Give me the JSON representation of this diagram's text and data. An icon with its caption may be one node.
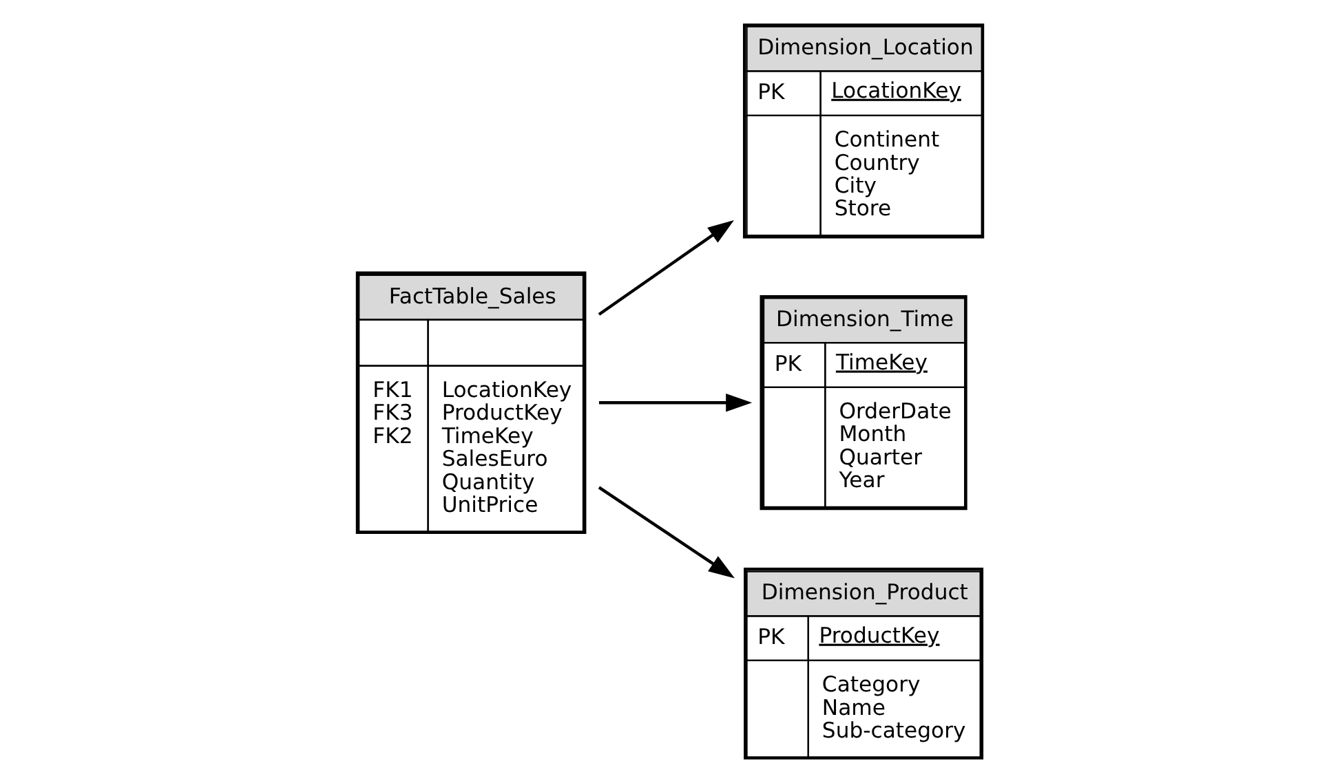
{
  "diagram": {
    "nodes": [
      {
        "text": [
          "Dimension_Location",
          "PK",
          "LocationKey",
          "Continent",
          "Country",
          "City",
          "Store"
        ]
      },
      {
        "text": [
          "Dimension_Time",
          "PK",
          "TimeKey",
          "OrderDate",
          "Month",
          "Quarter",
          "Year"
        ]
      },
      {
        "text": [
          "FactTable_Sales",
          "FK1",
          "FK3",
          "FK2",
          "LocationKey",
          "ProductKey",
          "TimeKey",
          "SalesEuro",
          "Quantity",
          "UnitPrice"
        ]
      },
      {
        "text": [
          "Dimension_Product",
          "PK",
          "ProductKey",
          "Category",
          "Name",
          "Sub-category"
        ]
      }
    ],
    "edges": [
      {
        "from": 2,
        "to": 0,
        "arrow": "to"
      },
      {
        "from": 2,
        "to": 1,
        "arrow": "to"
      },
      {
        "from": 2,
        "to": 3,
        "arrow": "to"
      }
    ]
  }
}
